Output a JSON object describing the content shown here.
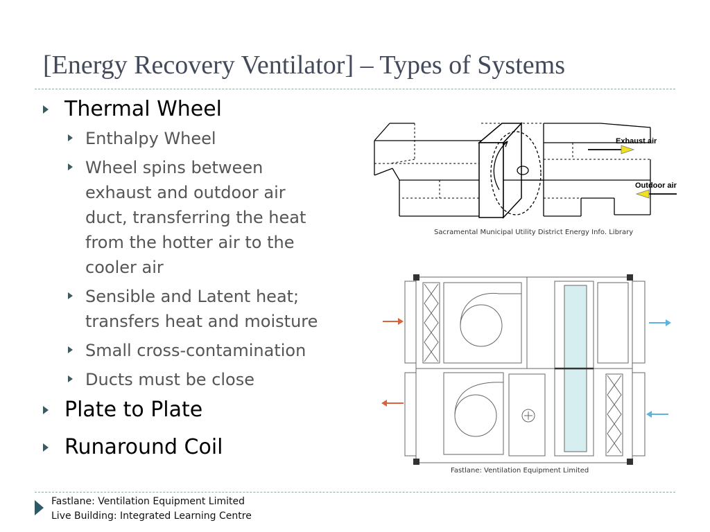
{
  "slide": {
    "title": "[Energy Recovery Ventilator] – Types of Systems",
    "bullets": [
      {
        "text": "Thermal Wheel",
        "children": [
          {
            "lines": [
              "Enthalpy Wheel"
            ]
          },
          {
            "lines": [
              "Wheel spins between",
              "exhaust and outdoor air",
              "duct, transferring the heat",
              "from the hotter air to the",
              "cooler air"
            ]
          },
          {
            "lines": [
              "Sensible and Latent heat;",
              "transfers heat and moisture"
            ]
          },
          {
            "lines": [
              "Small cross-contamination"
            ]
          },
          {
            "lines": [
              "Ducts must be close"
            ]
          }
        ]
      },
      {
        "text": "Plate to Plate"
      },
      {
        "text": "Runaround Coil"
      }
    ]
  },
  "figures": {
    "wheel": {
      "exhaust_label": "Exhaust air",
      "outdoor_label": "Outdoor air",
      "caption": "Sacramental Municipal Utility District Energy Info. Library"
    },
    "unit": {
      "caption": "Fastlane: Ventilation Equipment Limited"
    }
  },
  "footer": {
    "line1": "Fastlane: Ventilation Equipment Limited",
    "line2": "Live Building: Integrated Learning Centre"
  },
  "colors": {
    "title": "#434a5a",
    "accent_arrow": "#3d5a63",
    "supply_arrow": "#d9633a",
    "outdoor_arrow": "#5ab4e0",
    "coil_fill": "#d6eef0",
    "yellow_arrow": "#f0e020"
  }
}
